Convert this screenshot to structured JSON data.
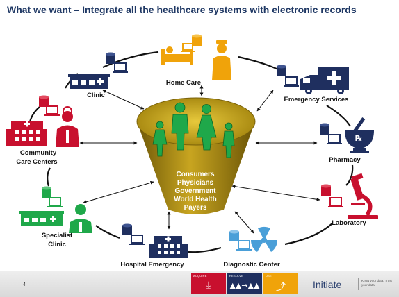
{
  "title": "What we want – Integrate all the healthcare systems with electronic records",
  "center": {
    "lines": [
      "Consumers",
      "Physicians",
      "Government",
      "World Health",
      "Payers"
    ]
  },
  "nodes": {
    "home_care": "Home Care",
    "clinic": "Clinic",
    "emergency": "Emergency Services",
    "community_1": "Community",
    "community_2": "Care Centers",
    "pharmacy": "Pharmacy",
    "laboratory": "Laboratory",
    "specialist_1": "Specialist",
    "specialist_2": "Clinic",
    "hospital": "Hospital Emergency",
    "diagnostic": "Diagnostic Center"
  },
  "icons": {
    "prescription": "℞"
  },
  "footer": {
    "page": "4",
    "tiles": [
      {
        "label": "ACQUIRE",
        "color": "#c8102e"
      },
      {
        "label": "RESOLVE",
        "color": "#1f2f5f"
      },
      {
        "label": "USE",
        "color": "#f0a30a"
      }
    ],
    "brand": "Initiate",
    "tagline": "Know your data. Trust your data."
  },
  "colors": {
    "navy": "#1f2f5f",
    "red": "#c8102e",
    "gold": "#f0a30a",
    "sky": "#4a9fd8",
    "green": "#1fa84a",
    "funnel": "#a8890e"
  }
}
